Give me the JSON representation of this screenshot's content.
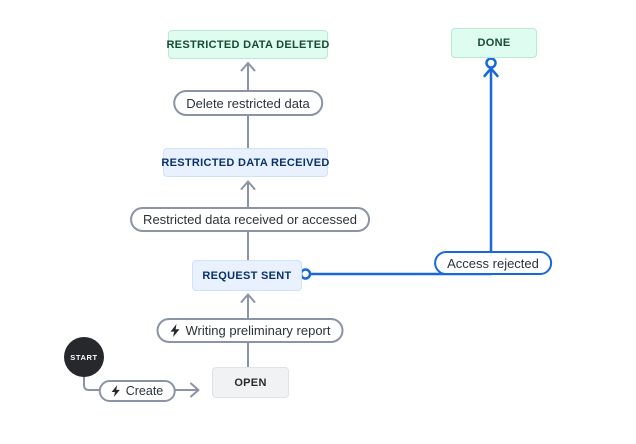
{
  "colors": {
    "accent_blue": "#1868DB",
    "edge_gray": "#8A94A6",
    "success_bg": "#DFFCF0",
    "success_border": "#B7EBD2",
    "success_text": "#164B35",
    "info_bg": "#E9F1FE",
    "info_border": "#CFE1FB",
    "info_text": "#09326C",
    "neutral_bg": "#F1F2F4",
    "neutral_border": "#E0E2E6",
    "neutral_text": "#292A2E",
    "start_bg": "#26282B"
  },
  "workflow": {
    "start_label": "START",
    "statuses": [
      {
        "id": "restricted-data-deleted",
        "label": "RESTRICTED DATA DELETED",
        "category": "done"
      },
      {
        "id": "done",
        "label": "DONE",
        "category": "done"
      },
      {
        "id": "restricted-data-received",
        "label": "RESTRICTED DATA RECEIVED",
        "category": "in-progress"
      },
      {
        "id": "request-sent",
        "label": "REQUEST SENT",
        "category": "in-progress"
      },
      {
        "id": "open",
        "label": "OPEN",
        "category": "to-do"
      }
    ],
    "transitions": [
      {
        "id": "delete-restricted-data",
        "label": "Delete restricted data",
        "from": "restricted-data-received",
        "to": "restricted-data-deleted",
        "icon": null,
        "selected": false
      },
      {
        "id": "restricted-data-received-or-accessed",
        "label": "Restricted data received or accessed",
        "from": "request-sent",
        "to": "restricted-data-received",
        "icon": null,
        "selected": false
      },
      {
        "id": "access-rejected",
        "label": "Access rejected",
        "from": "request-sent",
        "to": "done",
        "icon": null,
        "selected": true
      },
      {
        "id": "writing-preliminary-report",
        "label": "Writing preliminary report",
        "from": "open",
        "to": "request-sent",
        "icon": "lightning",
        "selected": false
      },
      {
        "id": "create",
        "label": "Create",
        "from": "start",
        "to": "open",
        "icon": "lightning",
        "selected": false
      }
    ]
  }
}
